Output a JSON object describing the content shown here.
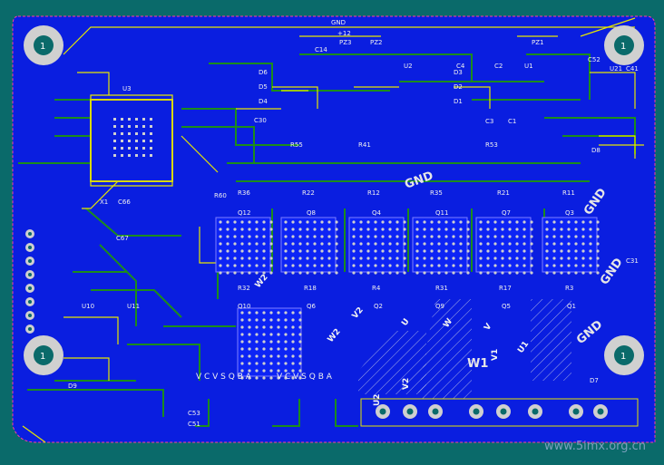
{
  "colors": {
    "background": "#0a6a6a",
    "board": "#0a1ee0",
    "board_edge": "#ff3ca0",
    "trace": "#1c8c1c",
    "track_yellow": "#e6e600",
    "pad": "#c8c8c8",
    "copper_pour": "#0d24f5"
  },
  "mounting_holes": {
    "label": "1"
  },
  "silkscreen": {
    "gnd_top": "GND",
    "plus12": "+12",
    "gnd_mid": "GND",
    "gnd_right": "GND",
    "gnd_right2": "GND",
    "gnd_bottom_right": "GND",
    "net_w2_a": "W2",
    "net_w2_b": "W2",
    "net_v2_a": "V2",
    "net_v2_b": "V2",
    "net_u2": "U2",
    "net_w1": "W1",
    "net_v1": "V1",
    "net_u1": "U1",
    "net_w": "W",
    "net_v": "V",
    "net_u": "U",
    "vcc_a": "V C V S Q B A",
    "vcc_b": "V C V S Q B A",
    "watermark": "www.5imx.org.cn"
  },
  "designators": {
    "mosfets": [
      "Q12",
      "Q8",
      "Q4",
      "Q11",
      "Q7",
      "Q3",
      "Q10",
      "Q6",
      "Q2",
      "Q9",
      "Q5",
      "Q1"
    ],
    "resistors_top": [
      "R60",
      "R36",
      "R22",
      "R12",
      "R35",
      "R21",
      "R11"
    ],
    "resistors_mid": [
      "R32",
      "R18",
      "R4",
      "R31",
      "R17",
      "R3"
    ],
    "ics": [
      "U10",
      "U11",
      "U3",
      "U2",
      "U1",
      "U21"
    ],
    "diodes": [
      "D6",
      "D5",
      "D4",
      "D3",
      "D2",
      "D1",
      "D7",
      "D8",
      "D9"
    ],
    "misc": [
      "C14",
      "PZ3",
      "PZ2",
      "PZ1",
      "C53",
      "C51",
      "C66",
      "X1",
      "C67",
      "C2",
      "C4",
      "C3",
      "C1",
      "C41",
      "C52",
      "C31",
      "C30",
      "R55",
      "R53",
      "R41"
    ]
  }
}
